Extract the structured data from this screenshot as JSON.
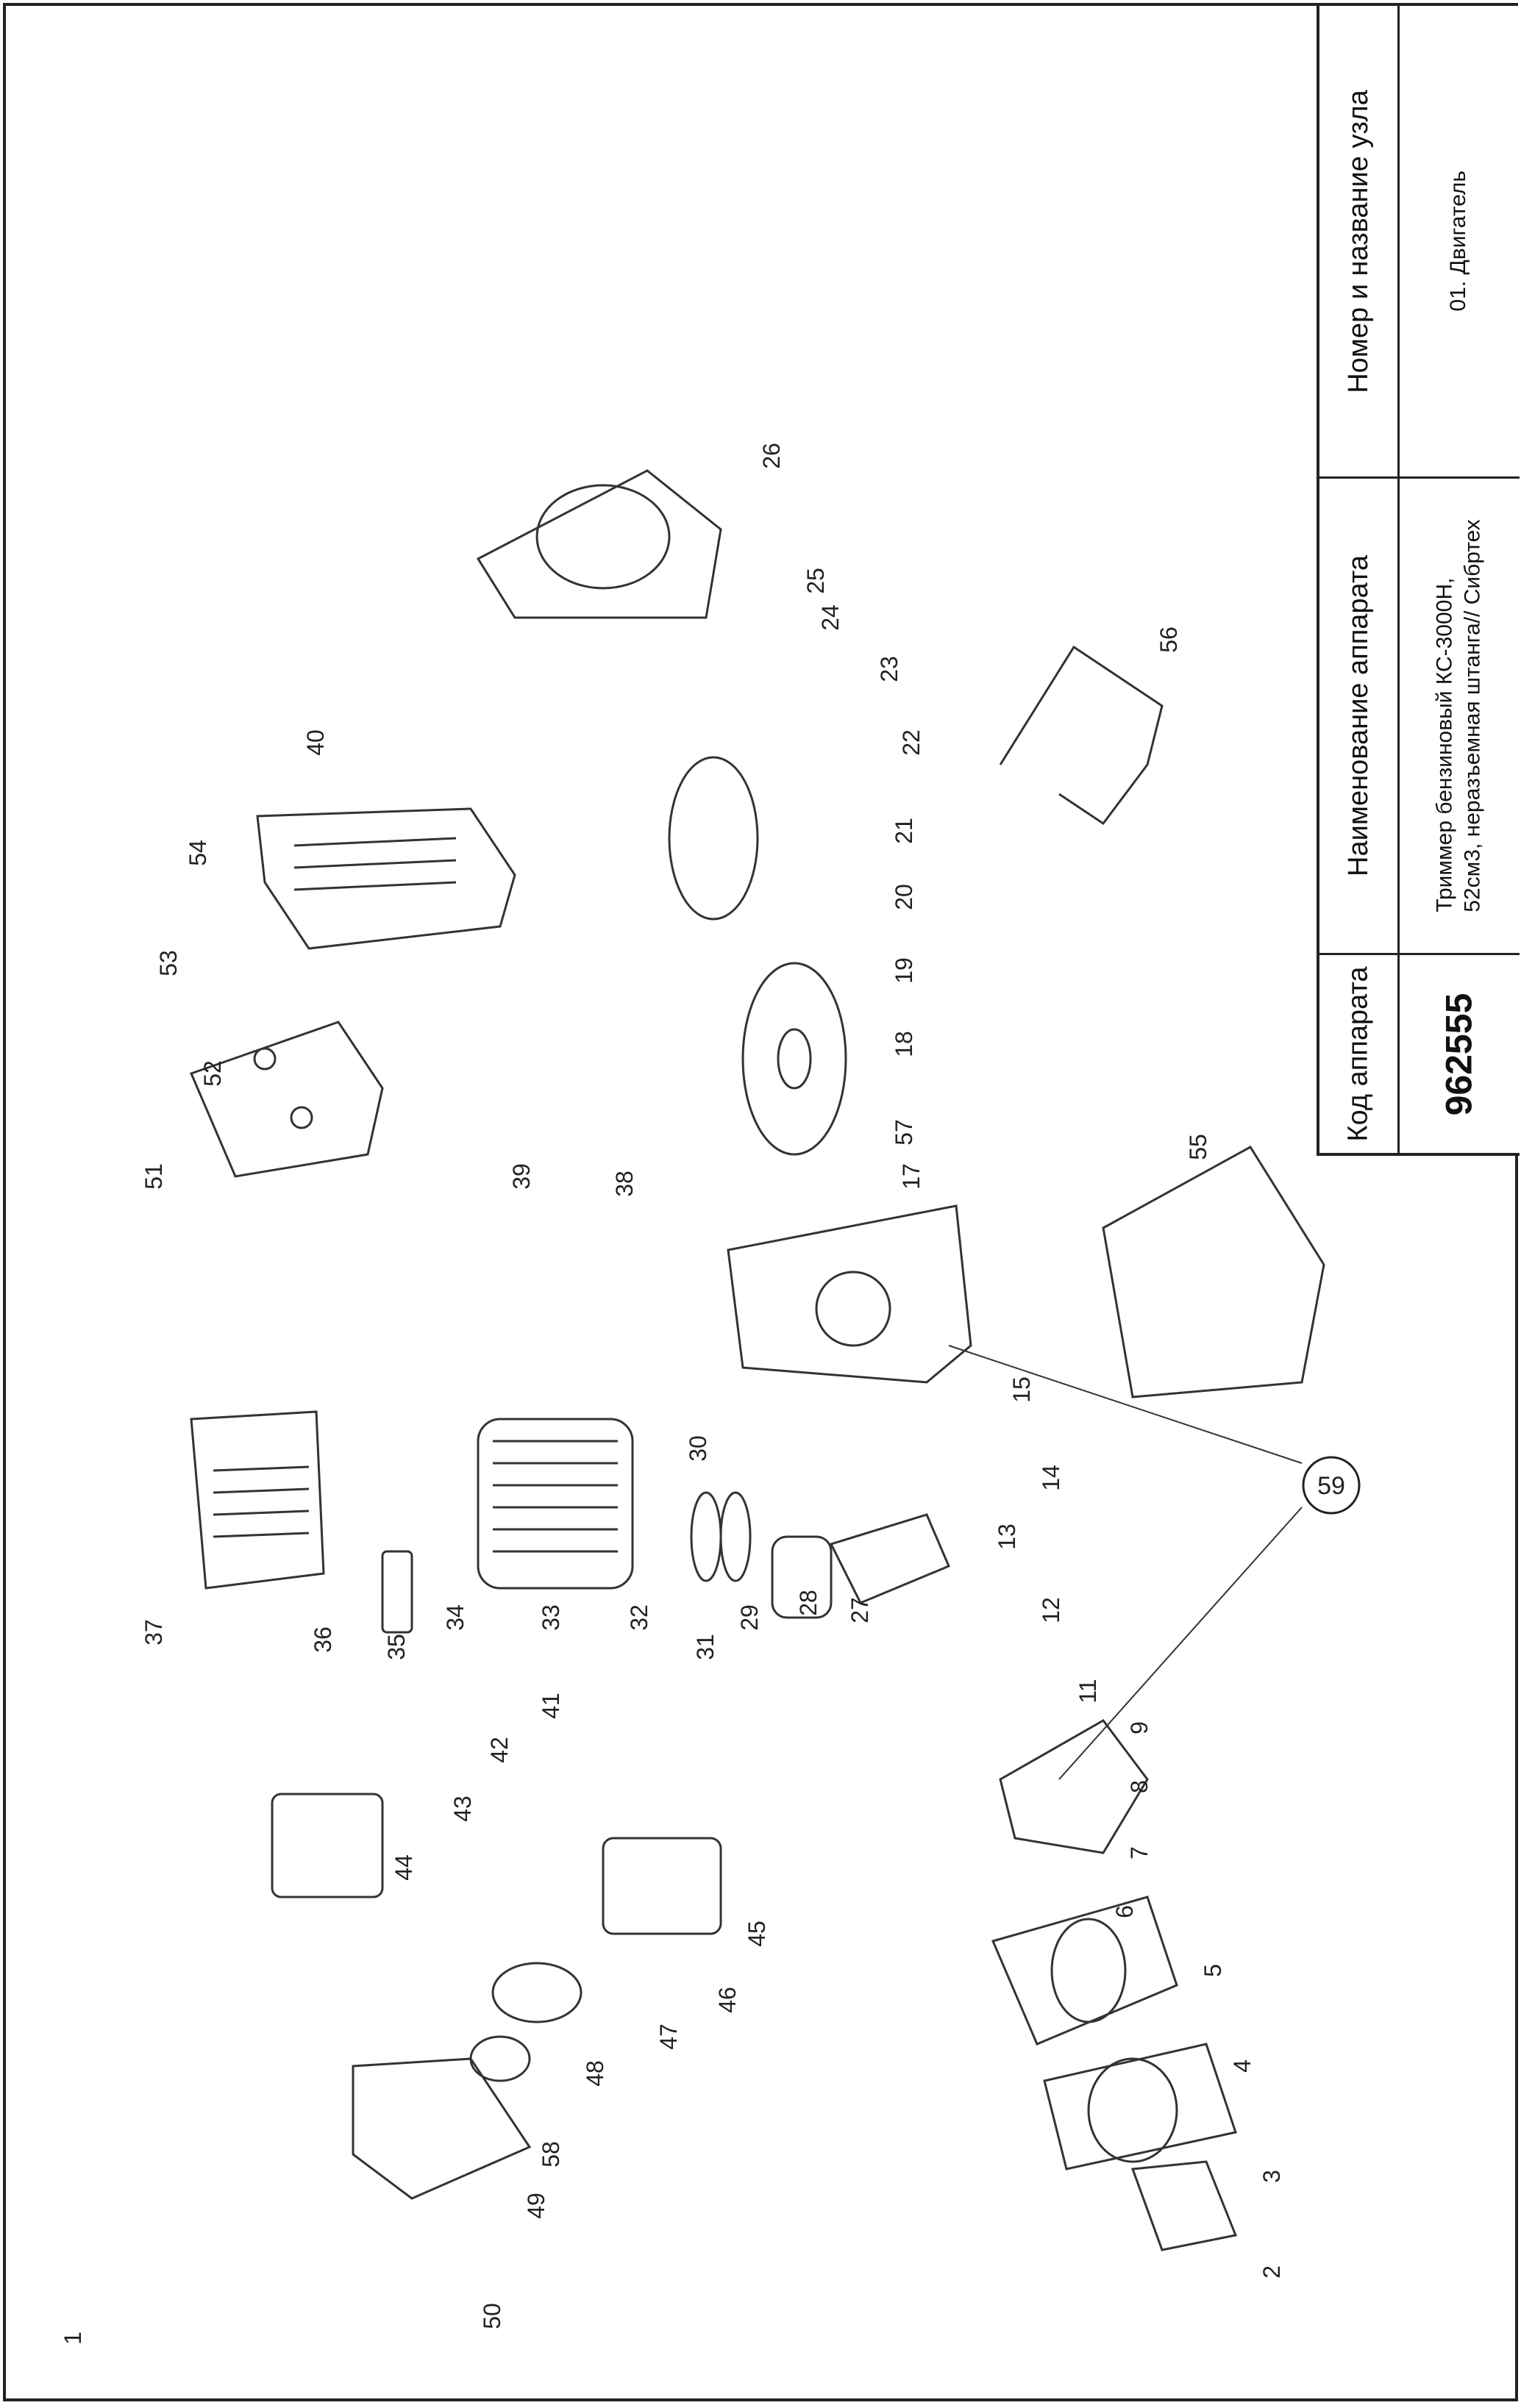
{
  "table": {
    "headers": {
      "code": "Код аппарата",
      "name": "Наименование аппарата",
      "unit": "Номер и название узла"
    },
    "values": {
      "code": "962555",
      "name_line1": "Триммер бензиновый КС-3000Н,",
      "name_line2": "52см3, неразъемная штанга// Сибртех",
      "unit": "01. Двигатель"
    }
  },
  "callouts": [
    "1",
    "2",
    "3",
    "4",
    "5",
    "6",
    "7",
    "8",
    "9",
    "11",
    "12",
    "13",
    "14",
    "15",
    "17",
    "18",
    "19",
    "20",
    "21",
    "22",
    "23",
    "24",
    "25",
    "26",
    "27",
    "28",
    "29",
    "30",
    "31",
    "32",
    "33",
    "34",
    "35",
    "36",
    "37",
    "38",
    "39",
    "40",
    "41",
    "42",
    "43",
    "44",
    "45",
    "46",
    "47",
    "48",
    "49",
    "50",
    "51",
    "52",
    "53",
    "54",
    "55",
    "56",
    "57",
    "58",
    "59"
  ],
  "assembly_label": "59"
}
